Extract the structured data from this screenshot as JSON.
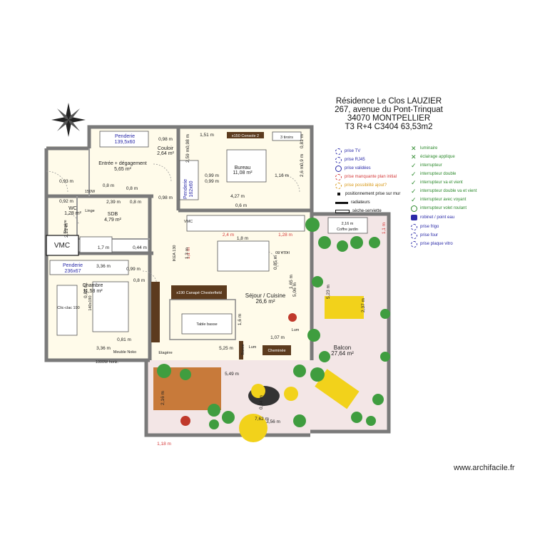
{
  "title": {
    "line1": "Résidence Le Clos LAUZIER",
    "line2": "267, avenue du Pont-Trinquat",
    "line3": "34070 MONTPELLIER",
    "line4": "T3 R+4 C3404 63,53m2"
  },
  "rooms": {
    "penderie_entree": "Penderie",
    "penderie_entree_dim": "139,5x60",
    "couloir": "Couloir",
    "couloir_area": "2,64 m²",
    "entree": "Entrée + dégagement",
    "entree_area": "5,65 m²",
    "bureau": "Bureau",
    "bureau_area": "11,08 m²",
    "penderie_bureau": "Penderie",
    "penderie_bureau_dim": "162x60",
    "sdb": "SDB",
    "sdb_area": "4,79 m²",
    "wc": "WC",
    "wc_area": "1,28 m²",
    "vmc": "VMC",
    "penderie_chambre": "Penderie",
    "penderie_chambre_dim": "236x67",
    "chambre": "Chambre",
    "chambre_area": "11,58 m²",
    "sejour": "Séjour / Cuisine",
    "sejour_area": "26,6 m²",
    "balcon": "Balcon",
    "balcon_area": "27,64 m²",
    "coffre": "Coffre jardin"
  },
  "furniture": {
    "console": "x150 Console 2",
    "tiroirs": "3 tiroirs",
    "canape": "x190 Canapé Chesterfield",
    "table_basse": "Table basse",
    "cheminee": "Cheminée",
    "etagere": "Etagère",
    "meuble_noko": "Meuble Noko",
    "clic_clac": "Clic-clac 190",
    "lit": "140x190",
    "linge": "Linge",
    "ikea": "IKEA 130",
    "ikea80": "IKEA 80",
    "vmc_small": "VMC",
    "lum1": "Lum",
    "lum2": "Lum",
    "watt": "150W",
    "watt_bottom": "1000W horiz.",
    "etagere_sdb": "Etagère",
    "box": "2,16 m",
    "basse": "Basse"
  },
  "dimensions": [
    "0,98 m",
    "1,51 m",
    "0,98 m",
    "2,59 m",
    "0,93 m",
    "0,8 m",
    "0,8 m",
    "0,99 m",
    "0,99 m",
    "1,16 m",
    "4,27 m",
    "0,6 m",
    "0,98 m",
    "2,6 m",
    "0,9 m",
    "0,81 m",
    "0,92 m",
    "2,39 m",
    "0,8 m",
    "2,21 m",
    "1,7 m",
    "0,44 m",
    "2,4 m",
    "1,8 m",
    "1,28 m",
    "3,36 m",
    "0,99 m",
    "0,88 m",
    "0,8 m",
    "0,81 m",
    "3,36 m",
    "1,1 m",
    "0,85 m",
    "5,06 m",
    "1,65 m",
    "5,23 m",
    "1,07 m",
    "5,25 m",
    "5,49 m",
    "0,94 m",
    "7,62 m",
    "1,18 m",
    "2,16 m",
    "3,56 m",
    "2,37 m",
    "1,1 m",
    "1,3 m",
    "1,6 m"
  ],
  "legend_left": [
    "prise TV",
    "prise RJ45",
    "prise validées",
    "prise manquante plan initial",
    "prise possibilité ajout?",
    "positionnement prise sur mur",
    "radiateurs",
    "sèche-serviette"
  ],
  "legend_right": [
    "luminaire",
    "éclairage applique",
    "interrupteur",
    "interrupteur double",
    "interrupteur va et vient",
    "interrupteur double va et vient",
    "interrupteur avec voyant",
    "interrupteur volet roulant",
    "robinet / point eau",
    "prise frigo",
    "prise four",
    "prise plaque vitro"
  ],
  "colors": {
    "wall": "#7a7a7a",
    "floor": "#fffbea",
    "balcony": "#f3e6e6",
    "dim_red": "#d53a3a",
    "legend_blue": "#2a2aa8",
    "legend_green": "#2d8a2d",
    "furniture_dark": "#5c3b1e",
    "plant_green": "#3f9d3f"
  },
  "footer": "www.archifacile.fr"
}
